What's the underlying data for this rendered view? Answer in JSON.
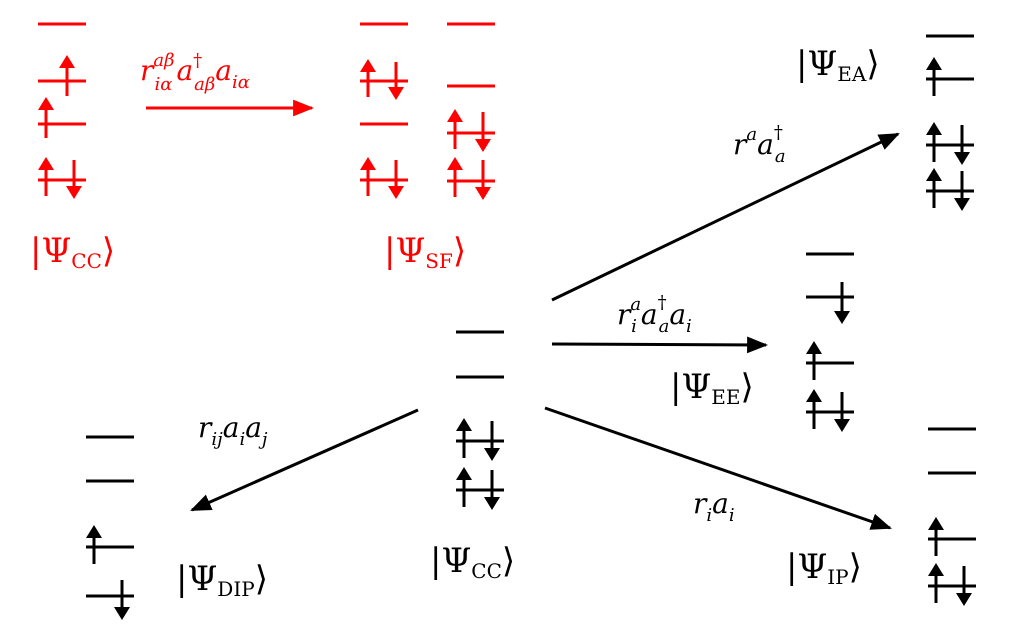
{
  "colors": {
    "highlight": "#ff0000",
    "default": "#000000"
  },
  "labels": {
    "cc_red": "|ΨCC⟩",
    "sf": "|ΨSF⟩",
    "cc_black": "|ΨCC⟩",
    "ea": "|ΨEA⟩",
    "ee": "|ΨEE⟩",
    "ip": "|ΨIP⟩",
    "dip": "|ΨDIP⟩"
  },
  "operators": {
    "sf": "r_{iα}^{aβ} a†_{aβ} a_{iα}",
    "ea": "r^a a†_a",
    "ee": "r_i^a a†_a a_i",
    "ip": "r_i a_i",
    "dip": "r_ij a_i a_j"
  }
}
